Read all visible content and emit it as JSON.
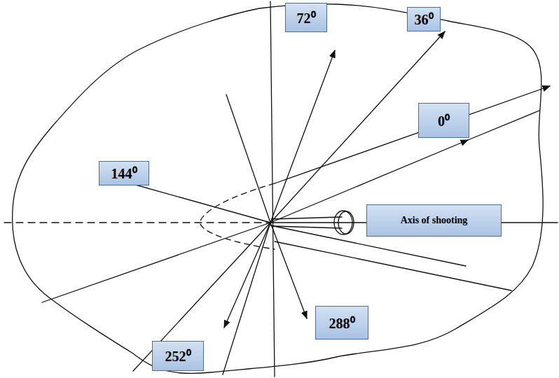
{
  "diagram": {
    "nodes": [
      {
        "text": [
          "72⁰"
        ]
      },
      {
        "text": [
          "36⁰"
        ]
      },
      {
        "text": [
          "0⁰"
        ]
      },
      {
        "text": [
          "144⁰"
        ]
      },
      {
        "text": [
          "Axis of shooting"
        ]
      },
      {
        "text": [
          "288⁰"
        ]
      },
      {
        "text": [
          "252⁰"
        ]
      }
    ]
  }
}
